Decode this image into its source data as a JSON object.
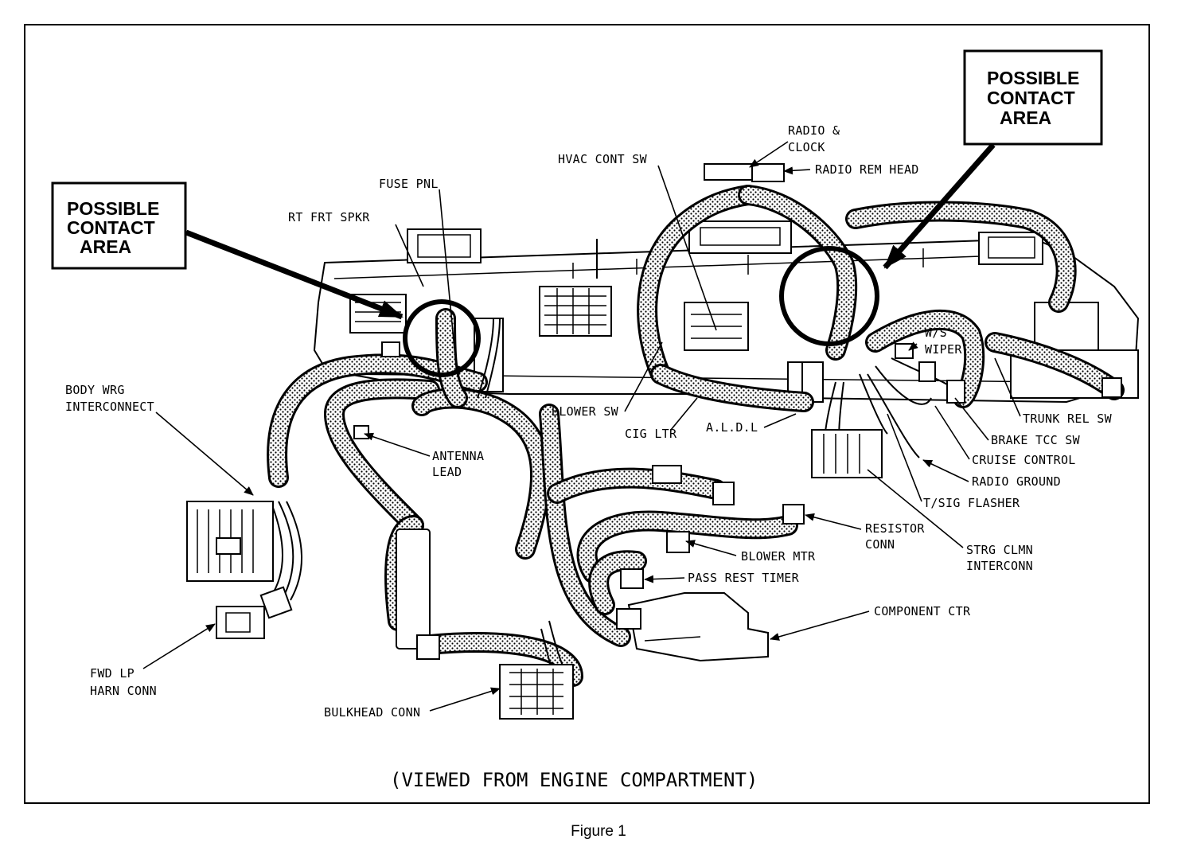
{
  "callouts": {
    "left": [
      "POSSIBLE",
      "CONTACT",
      "AREA"
    ],
    "right": [
      "POSSIBLE",
      "CONTACT",
      "AREA"
    ]
  },
  "labels": {
    "radio_clock": [
      "RADIO &",
      "CLOCK"
    ],
    "radio_rem_head": "RADIO REM HEAD",
    "hvac_cont_sw": "HVAC CONT SW",
    "fuse_pnl": "FUSE PNL",
    "rt_frt_spkr": "RT FRT SPKR",
    "ws_wiper": [
      "W/S",
      "WIPER"
    ],
    "body_wrg": [
      "BODY WRG",
      "INTERCONNECT"
    ],
    "blower_sw": "BLOWER SW",
    "cig_ltr": "CIG LTR",
    "aldl": "A.L.D.L",
    "trunk_rel_sw": "TRUNK REL SW",
    "brake_tcc_sw": "BRAKE TCC SW",
    "cruise_control": "CRUISE CONTROL",
    "radio_ground": "RADIO GROUND",
    "tsig_flasher": "T/SIG FLASHER",
    "antenna_lead": [
      "ANTENNA",
      "LEAD"
    ],
    "resistor_conn": [
      "RESISTOR",
      "CONN"
    ],
    "strg_clmn": [
      "STRG CLMN",
      "INTERCONN"
    ],
    "blower_mtr": "BLOWER MTR",
    "pass_rest_timer": "PASS REST TIMER",
    "component_ctr": "COMPONENT CTR",
    "fwd_lp": [
      "FWD LP",
      "HARN CONN"
    ],
    "bulkhead_conn": "BULKHEAD CONN"
  },
  "caption": "(VIEWED FROM ENGINE COMPARTMENT)",
  "figure_caption": "Figure 1"
}
